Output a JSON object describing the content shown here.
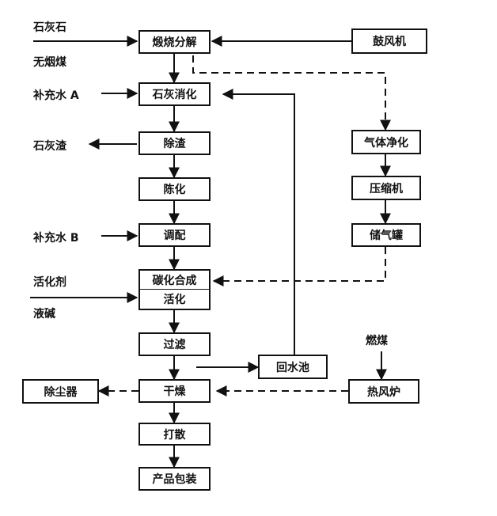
{
  "inputs": {
    "limestone": "石灰石",
    "anthracite": "无烟煤",
    "water_a": "补充水 A",
    "lime_slag": "石灰渣",
    "water_b": "补充水 B",
    "activator": "活化剂",
    "liquid_alkali": "液碱",
    "coal": "燃煤"
  },
  "process": {
    "calcination": "煅烧分解",
    "slaking": "石灰消化",
    "deslag": "除渣",
    "aging": "陈化",
    "blending": "调配",
    "carbonation": "碳化合成",
    "activation": "活化",
    "filtration": "过滤",
    "drying": "干燥",
    "dispersing": "打散",
    "packaging": "产品包装"
  },
  "gas_line": {
    "blower": "鼓风机",
    "gas_purify": "气体净化",
    "compressor": "压缩机",
    "gas_tank": "储气罐"
  },
  "aux": {
    "water_return": "回水池",
    "hot_air_furnace": "热风炉",
    "dust_collector": "除尘器"
  }
}
